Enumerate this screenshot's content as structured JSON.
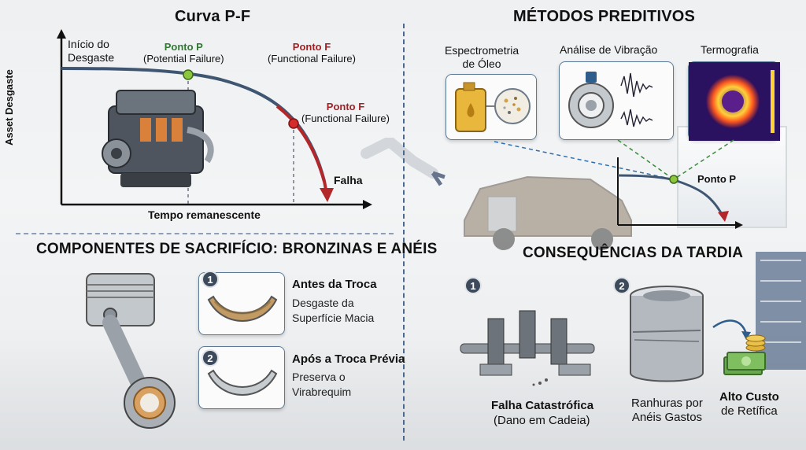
{
  "pf_curve": {
    "title": "Curva P-F",
    "y_axis_label": "Asset Desgaste",
    "x_axis_label": "Tempo remanescente",
    "start_label_line1": "Início do",
    "start_label_line2": "Desgaste",
    "point_p_title": "Ponto P",
    "point_p_sub": "(Potential Failure)",
    "point_f_title": "Ponto F",
    "point_f_sub": "(Functional Failure)",
    "point_f2_title": "Ponto F",
    "point_f2_sub": "(Functional Failure)",
    "failure_label": "Falha"
  },
  "predictive": {
    "title": "MÉTODOS PREDITIVOS",
    "methods": [
      {
        "line1": "Espectrometria",
        "line2": "de Óleo",
        "icon": "oil-spectrometry-icon"
      },
      {
        "line1": "Análise de Vibração",
        "line2": "",
        "icon": "vibration-analysis-icon"
      },
      {
        "line1": "Termografia",
        "line2": "",
        "icon": "thermography-icon"
      }
    ],
    "point_label": "Ponto P"
  },
  "components": {
    "title": "COMPONENTES DE SACRIFÍCIO: BRONZINAS E ANÉIS",
    "items": [
      {
        "number": "1",
        "title": "Antes da Troca",
        "desc_line1": "Desgaste da",
        "desc_line2": "Superfície Macia"
      },
      {
        "number": "2",
        "title": "Após a Troca Prévia",
        "desc_line1": "Preserva o",
        "desc_line2": "Virabrequim"
      }
    ]
  },
  "consequences": {
    "title": "CONSEQUÊNCIAS DA TARDIA",
    "items": [
      {
        "number": "1",
        "title": "Falha Catastrófica",
        "sub": "(Dano em Cadeia)"
      },
      {
        "number": "2",
        "line1": "Ranhuras por",
        "line2": "Anéis Gastos"
      }
    ],
    "cost_line1": "Alto Custo",
    "cost_line2": "de Retífica"
  },
  "colors": {
    "curve": "#3f5672",
    "point_p": "#8cc63f",
    "point_f": "#d62b2b",
    "failure_arrow": "#b3272a",
    "divider": "#4a6890",
    "card_border": "#5b7a98",
    "point_p_text": "#2f7a2f",
    "point_f_text": "#a31f24"
  }
}
